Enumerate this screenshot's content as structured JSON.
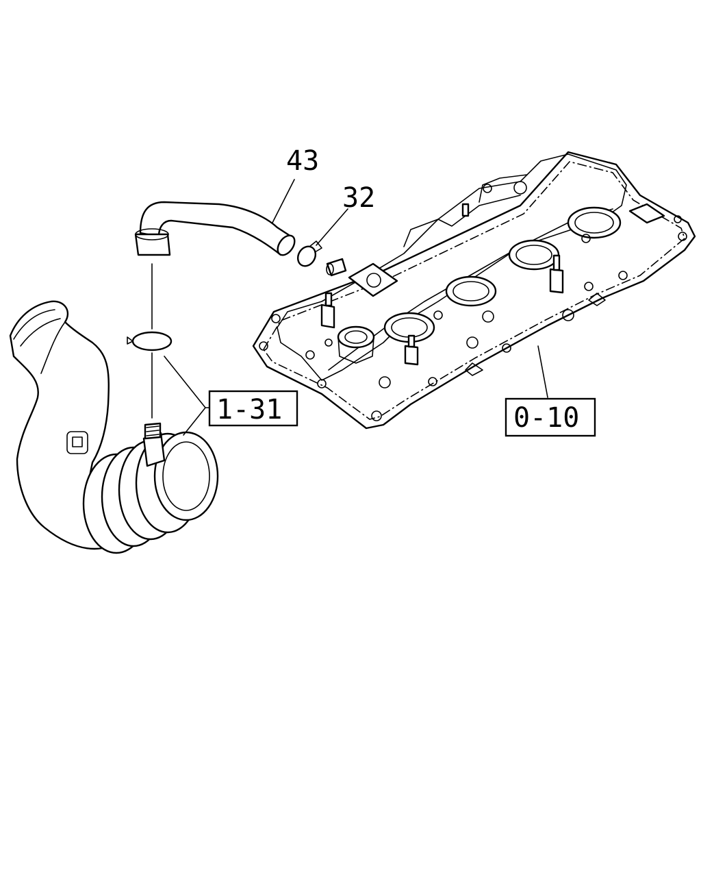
{
  "callouts": {
    "hose": "43",
    "clamp": "32",
    "ref_intake": "1-31",
    "ref_cover": "0-10"
  }
}
